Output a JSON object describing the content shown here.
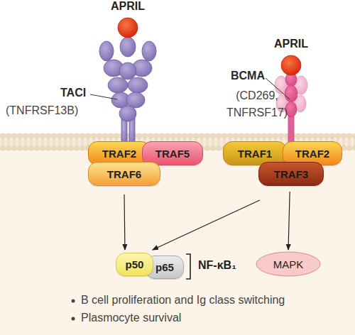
{
  "diagram": {
    "nodes": [
      {
        "text": [
          "APRIL"
        ]
      },
      {
        "text": [
          "APRIL"
        ]
      },
      {
        "text": [
          "TRAF2"
        ]
      },
      {
        "text": [
          "TRAF5"
        ]
      },
      {
        "text": [
          "TRAF6"
        ]
      },
      {
        "text": [
          "TRAF1"
        ]
      },
      {
        "text": [
          "TRAF2"
        ]
      },
      {
        "text": [
          "TRAF3"
        ]
      },
      {
        "text": [
          "NF-κB₁"
        ]
      },
      {
        "text": [
          "p50"
        ],
        "in": 8
      },
      {
        "text": [
          "p65"
        ],
        "in": 8
      },
      {
        "text": [
          "MAPK"
        ]
      }
    ],
    "edges": [
      {
        "from": 4,
        "to": 8,
        "arrow": "to"
      },
      {
        "from": 7,
        "to": 8,
        "arrow": "to"
      },
      {
        "from": 7,
        "to": 11,
        "arrow": "to"
      }
    ],
    "labels": [
      "TACI",
      "(TNFRSF13B)",
      "BCMA",
      "(CD269, TNFRSF17)",
      "B cell proliferation and Ig class switching",
      "Plasmocyte survival"
    ]
  }
}
